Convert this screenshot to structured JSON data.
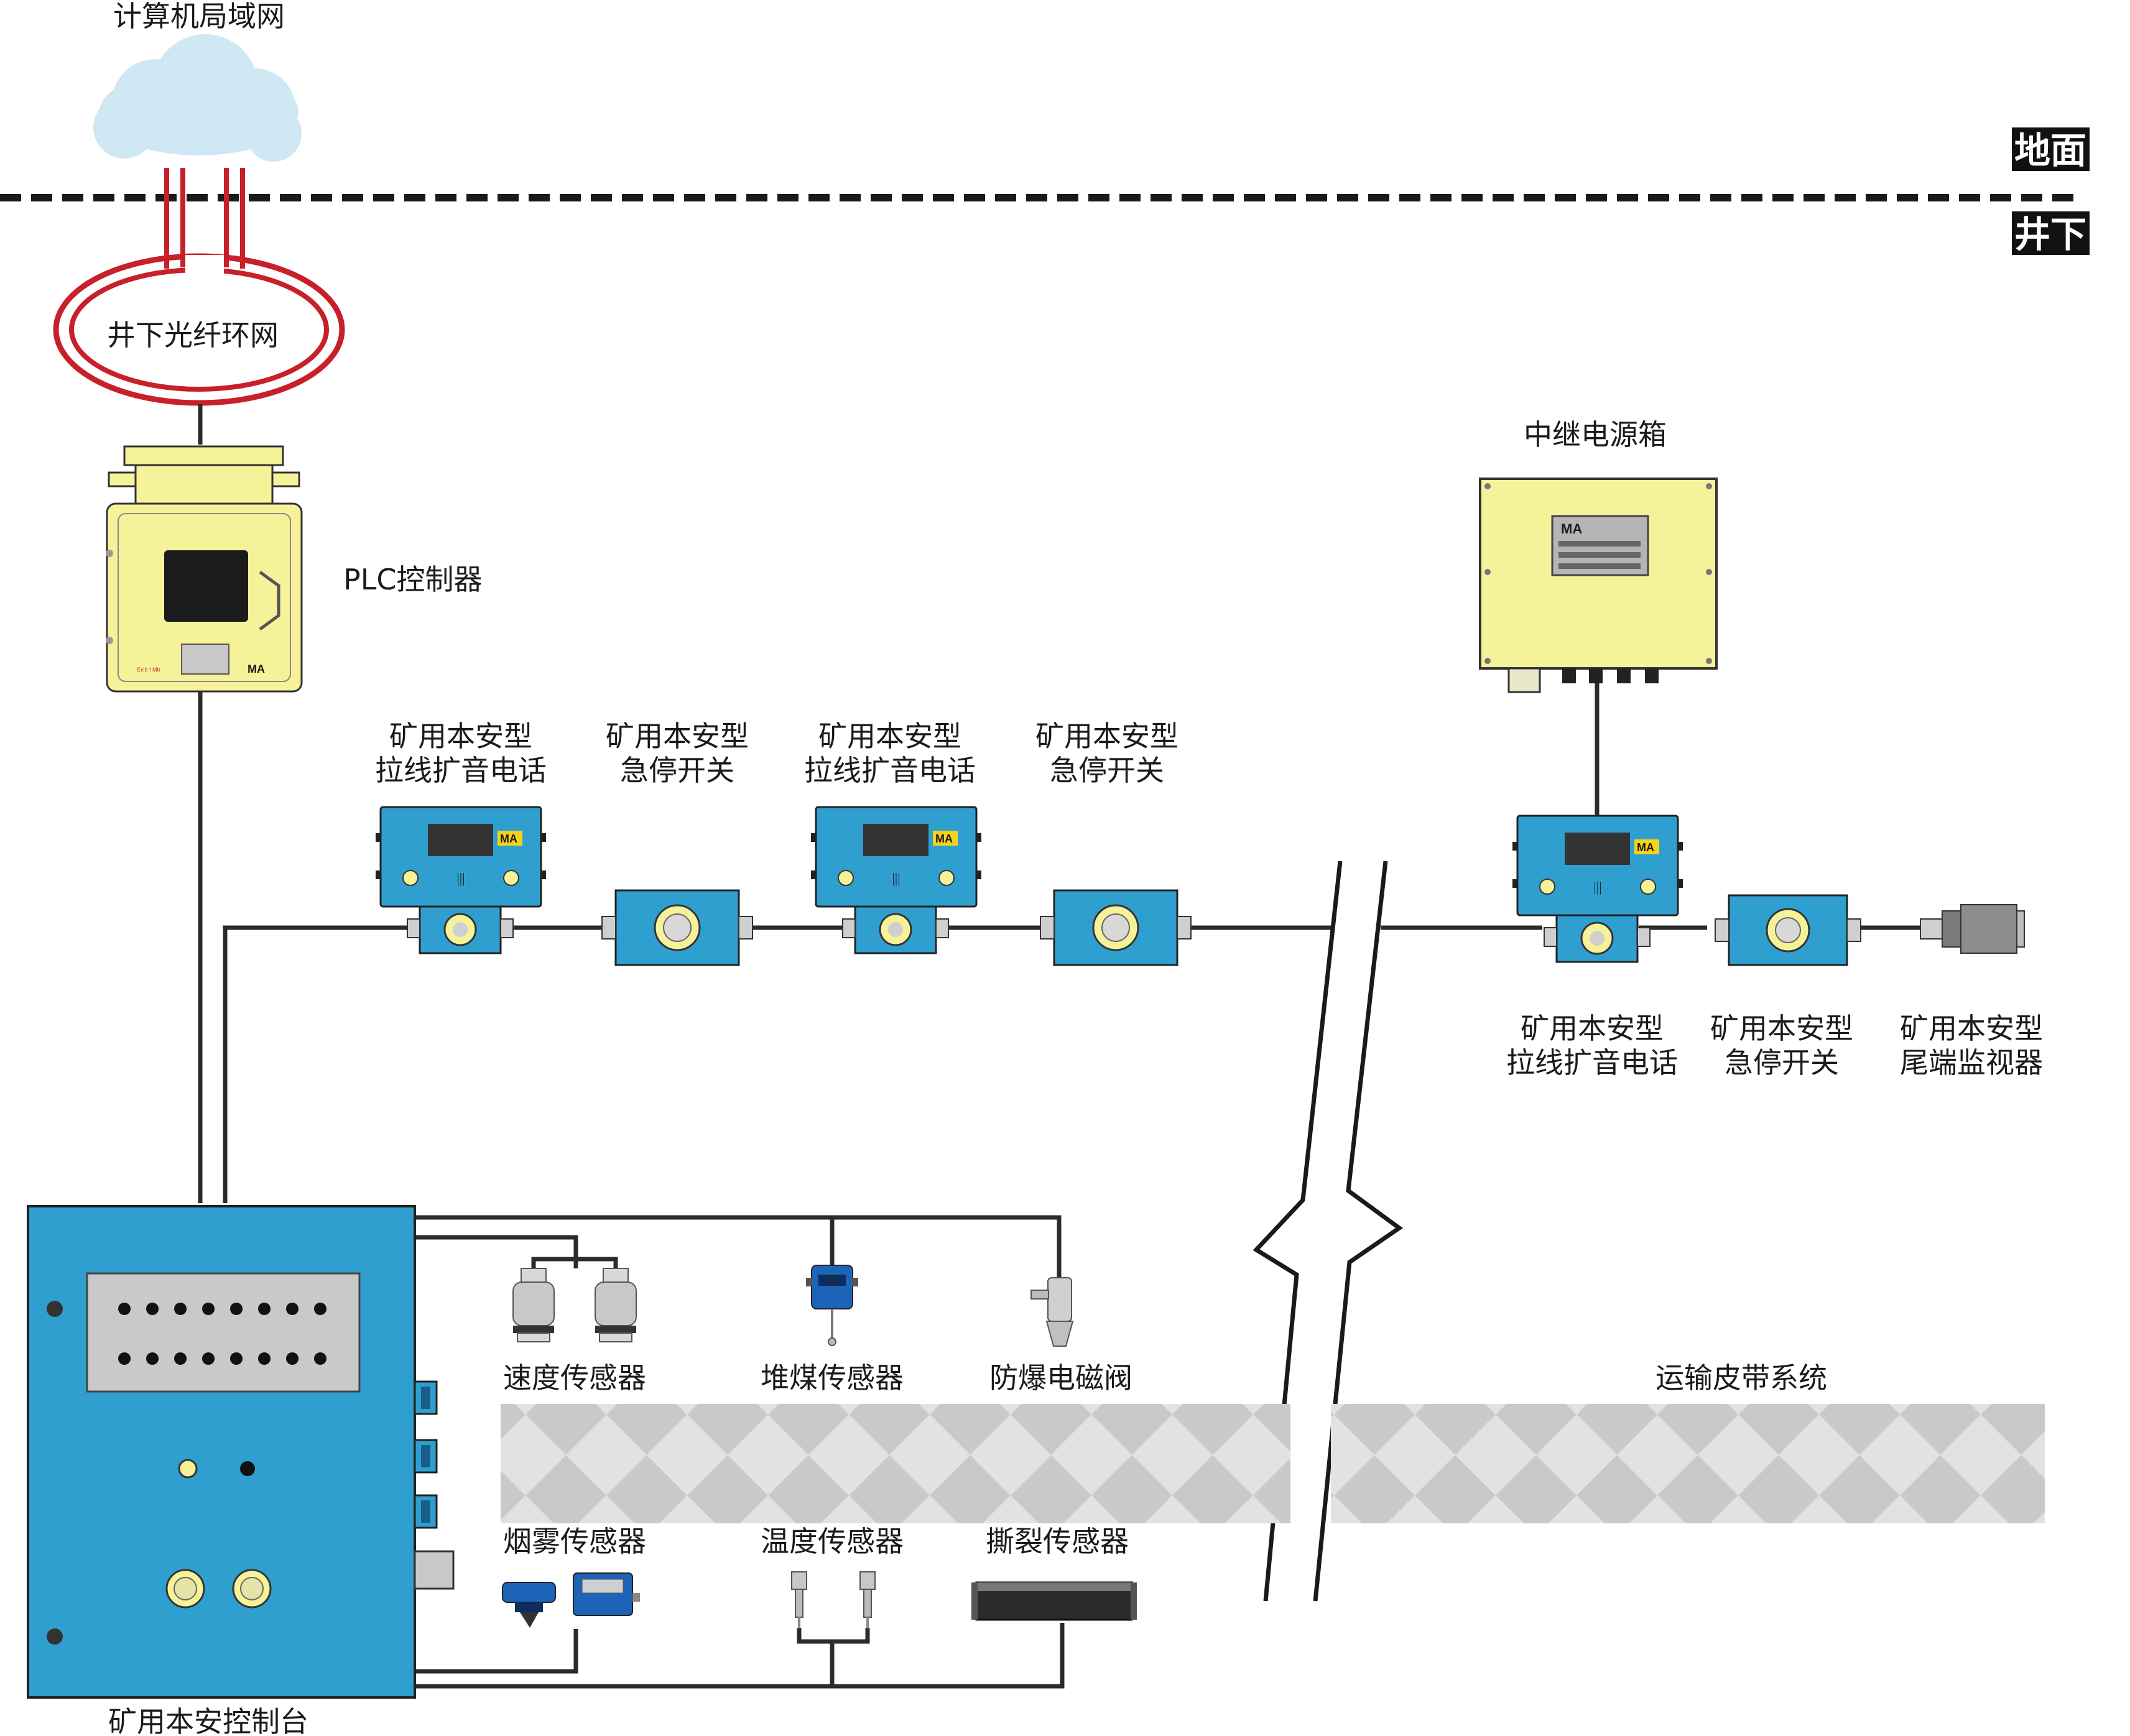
{
  "labels": {
    "lan": "计算机局域网",
    "ground": "地面",
    "underground": "井下",
    "fiber_ring": "井下光纤环网",
    "plc": "PLC控制器",
    "relay_power": "中继电源箱",
    "phone_1_l1": "矿用本安型",
    "phone_1_l2": "拉线扩音电话",
    "estop_1_l1": "矿用本安型",
    "estop_1_l2": "急停开关",
    "phone_2_l1": "矿用本安型",
    "phone_2_l2": "拉线扩音电话",
    "estop_2_l1": "矿用本安型",
    "estop_2_l2": "急停开关",
    "phone_3_l1": "矿用本安型",
    "phone_3_l2": "拉线扩音电话",
    "estop_3_l1": "矿用本安型",
    "estop_3_l2": "急停开关",
    "tail_l1": "矿用本安型",
    "tail_l2": "尾端监视器",
    "speed": "速度传感器",
    "coal": "堆煤传感器",
    "valve": "防爆电磁阀",
    "conveyor": "运输皮带系统",
    "smoke": "烟雾传感器",
    "temp": "温度传感器",
    "tear": "撕裂传感器",
    "console": "矿用本安控制台",
    "ma": "MA",
    "exib": "Exib I Mb"
  },
  "colors": {
    "device_blue": "#2f9fd0",
    "enclosure_yellow": "#f6f29a",
    "fiber_red": "#c8202a",
    "cloud": "#cfe8f3",
    "wire": "#2b2b2b",
    "belt_gray": "#bdbdbd"
  }
}
